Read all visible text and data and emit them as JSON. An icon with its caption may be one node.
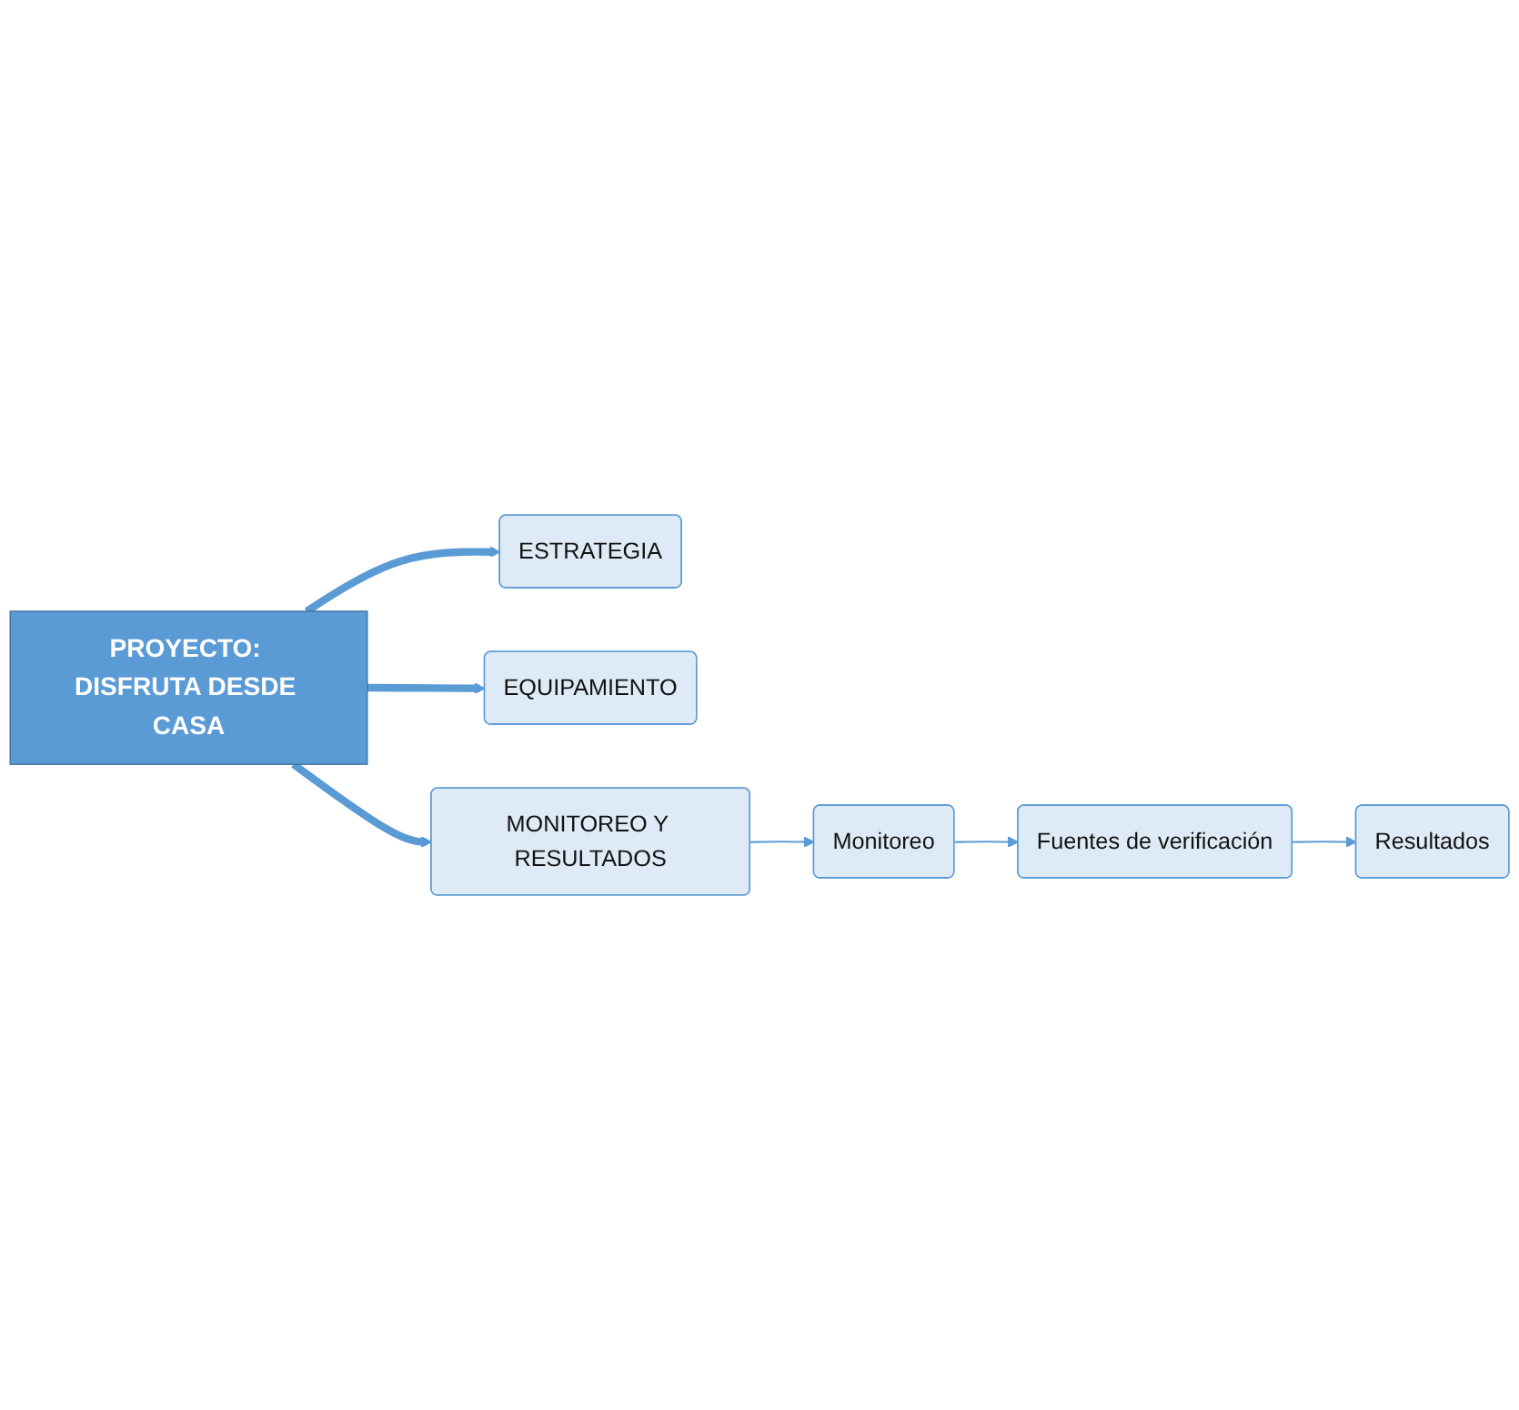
{
  "diagram": {
    "nodes": [
      {
        "text": [
          "PROYECTO: DISFRUTA DESDE CASA"
        ]
      },
      {
        "text": [
          "ESTRATEGIA"
        ]
      },
      {
        "text": [
          "EQUIPAMIENTO"
        ]
      },
      {
        "text": [
          "MONITOREO Y RESULTADOS"
        ]
      },
      {
        "text": [
          "Monitoreo"
        ]
      },
      {
        "text": [
          "Fuentes de verificación"
        ]
      },
      {
        "text": [
          "Resultados"
        ]
      }
    ],
    "edges": [
      {
        "from": 0,
        "to": 1,
        "arrow": "to",
        "style": "thick"
      },
      {
        "from": 0,
        "to": 2,
        "arrow": "to",
        "style": "thick"
      },
      {
        "from": 0,
        "to": 3,
        "arrow": "to",
        "style": "thick"
      },
      {
        "from": 3,
        "to": 4,
        "arrow": "to"
      },
      {
        "from": 4,
        "to": 5,
        "arrow": "to"
      },
      {
        "from": 5,
        "to": 6,
        "arrow": "to"
      }
    ]
  }
}
